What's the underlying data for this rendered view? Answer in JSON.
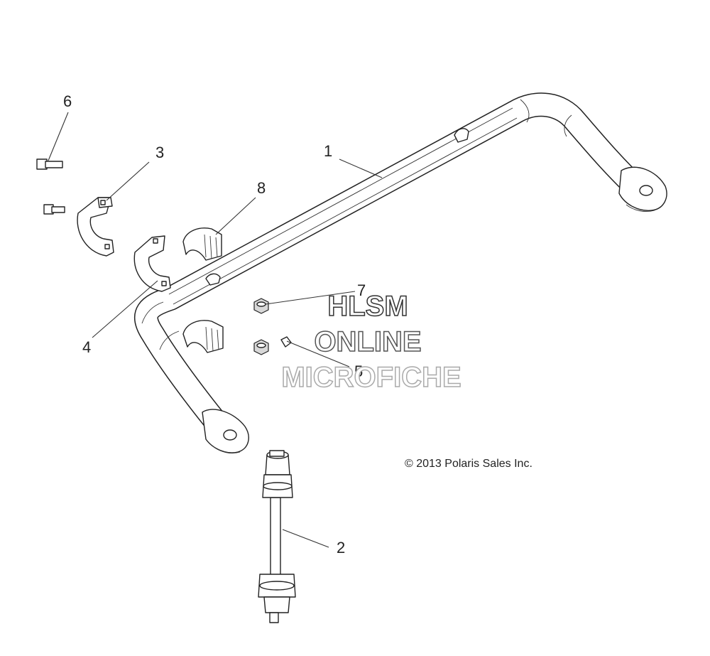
{
  "callouts": [
    {
      "id": "1",
      "label": "1"
    },
    {
      "id": "2",
      "label": "2"
    },
    {
      "id": "3",
      "label": "3"
    },
    {
      "id": "4",
      "label": "4"
    },
    {
      "id": "5",
      "label": "5"
    },
    {
      "id": "6",
      "label": "6"
    },
    {
      "id": "7",
      "label": "7"
    },
    {
      "id": "8",
      "label": "8"
    }
  ],
  "watermark": {
    "line1": "HLSM",
    "line2": "ONLINE",
    "line3": "MICROFICHE",
    "colors": {
      "line1": "#333333",
      "line2": "#555555",
      "line3": "#aaaaaa"
    }
  },
  "copyright": "© 2013 Polaris Sales Inc."
}
